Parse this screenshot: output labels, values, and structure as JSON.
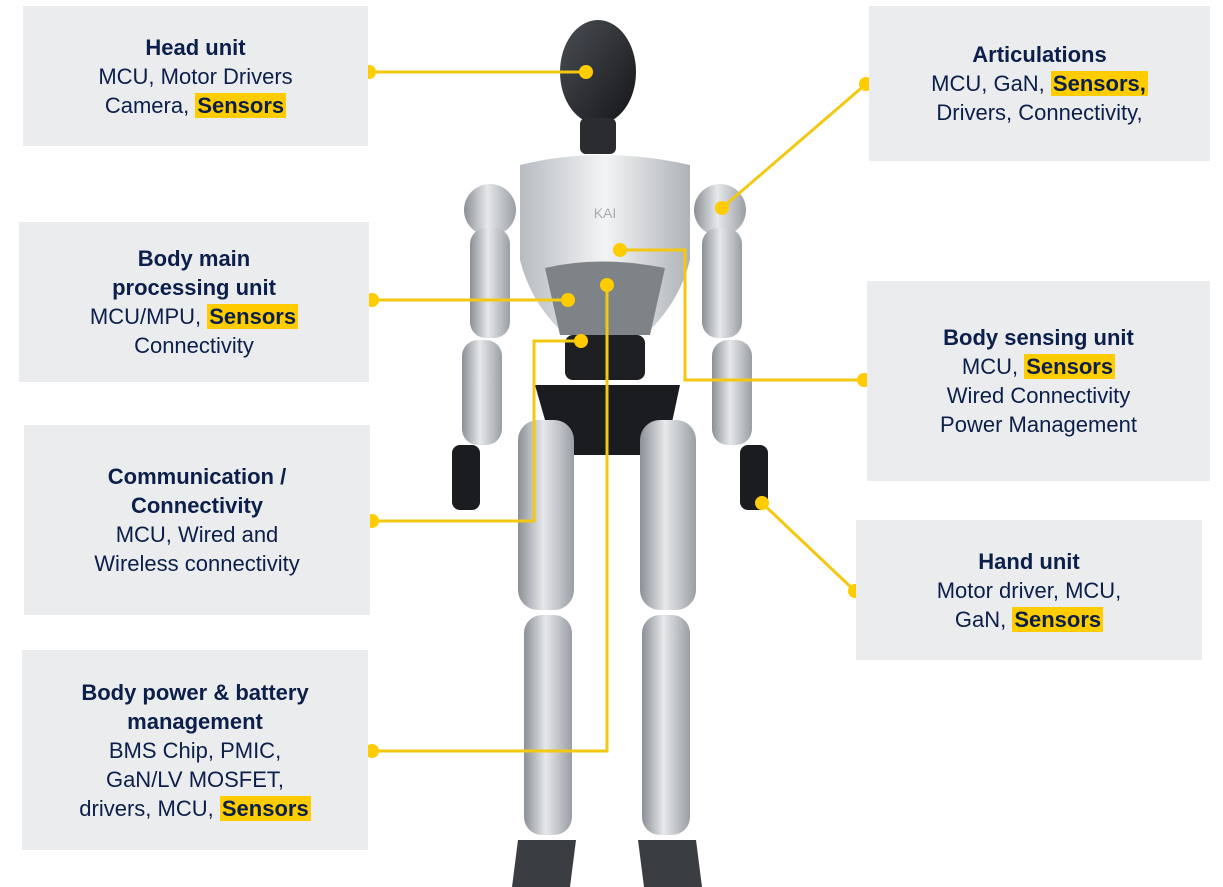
{
  "callouts": {
    "head": {
      "title": "Head unit",
      "line1": "MCU, Motor Drivers",
      "line2a": "Camera, ",
      "line2b": "Sensors"
    },
    "articulations": {
      "title": "Articulations",
      "line1a": "MCU, GaN, ",
      "line1b": "Sensors,",
      "line2": "Drivers, Connectivity,"
    },
    "body_main": {
      "title1": "Body main",
      "title2": "processing unit",
      "line1a": "MCU/MPU, ",
      "line1b": "Sensors",
      "line2": "Connectivity"
    },
    "body_sensing": {
      "title": "Body sensing unit",
      "line1a": "MCU, ",
      "line1b": "Sensors",
      "line2": "Wired Connectivity",
      "line3": "Power Management"
    },
    "communication": {
      "title1": "Communication /",
      "title2": "Connectivity",
      "line1": "MCU, Wired and",
      "line2": "Wireless connectivity"
    },
    "hand": {
      "title": "Hand unit",
      "line1": "Motor driver, MCU,",
      "line2a": "GaN, ",
      "line2b": "Sensors"
    },
    "power": {
      "title1": "Body power & battery",
      "title2": "management",
      "line1": "BMS Chip, PMIC,",
      "line2": "GaN/LV MOSFET,",
      "line3a": "drivers, MCU, ",
      "line3b": "Sensors"
    }
  },
  "robot": {
    "chest_logo": "KAI"
  },
  "colors": {
    "box_bg": "#ebecee",
    "title_text": "#0b1f4a",
    "highlight": "#ffcc00",
    "connector": "#f2c811"
  }
}
